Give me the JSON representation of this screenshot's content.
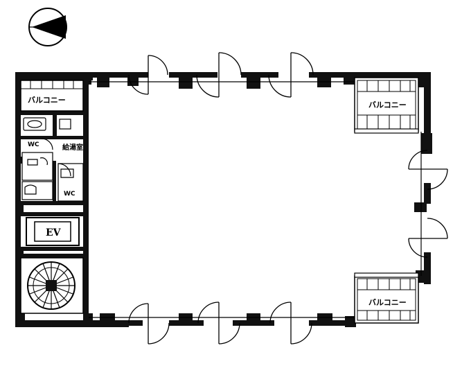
{
  "labels": {
    "balcony_left": "バルコニー",
    "balcony_top_right": "バルコニー",
    "balcony_bottom_right": "バルコニー",
    "wc_upper": "WC",
    "wc_lower": "WC",
    "kyutoshitsu": "給湯室",
    "elevator": "EV"
  },
  "icons": {
    "north_arrow": "north-arrow-icon"
  },
  "colors": {
    "wall": "#111111",
    "line": "#000000",
    "paper": "#ffffff"
  }
}
